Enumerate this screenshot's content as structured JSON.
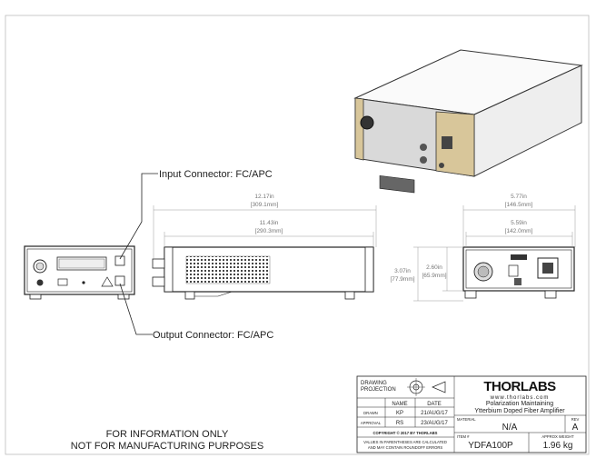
{
  "callouts": {
    "input": "Input Connector: FC/APC",
    "output": "Output Connector: FC/APC"
  },
  "dimensions": {
    "length_overall_in": "12.17in",
    "length_overall_mm": "[309.1mm]",
    "length_body_in": "11.43in",
    "length_body_mm": "[290.3mm]",
    "width_overall_in": "5.77in",
    "width_overall_mm": "[146.5mm]",
    "width_body_in": "5.59in",
    "width_body_mm": "[142.0mm]",
    "height_overall_in": "3.07in",
    "height_overall_mm": "[77.9mm]",
    "height_body_in": "2.60in",
    "height_body_mm": "[65.9mm]"
  },
  "notes": {
    "line1": "FOR INFORMATION ONLY",
    "line2": "NOT FOR MANUFACTURING PURPOSES"
  },
  "title_block": {
    "projection_label_1": "DRAWING",
    "projection_label_2": "PROJECTION",
    "col_name": "NAME",
    "col_date": "DATE",
    "drawn_label": "DRAWN",
    "drawn_name": "KP",
    "drawn_date": "21/AUG/17",
    "approval_label": "APPROVAL",
    "approval_name": "RS",
    "approval_date": "23/AUG/17",
    "copyright": "COPYRIGHT © 2017 BY THORLABS",
    "rounding_1": "VALUES IN PARENTHESES ARE CALCULATED",
    "rounding_2": "AND MAY CONTAIN ROUNDOFF ERRORS",
    "brand": "THORLABS",
    "url": "www.thorlabs.com",
    "title_1": "Polarization Maintaining",
    "title_2": "Ytterbium Doped Fiber Amplifier",
    "material_label": "MATERIAL",
    "material_value": "N/A",
    "rev_label": "REV",
    "rev_value": "A",
    "item_label": "ITEM #",
    "item_value": "YDFA100P",
    "weight_label": "APPROX WEIGHT",
    "weight_value": "1.96 kg"
  }
}
